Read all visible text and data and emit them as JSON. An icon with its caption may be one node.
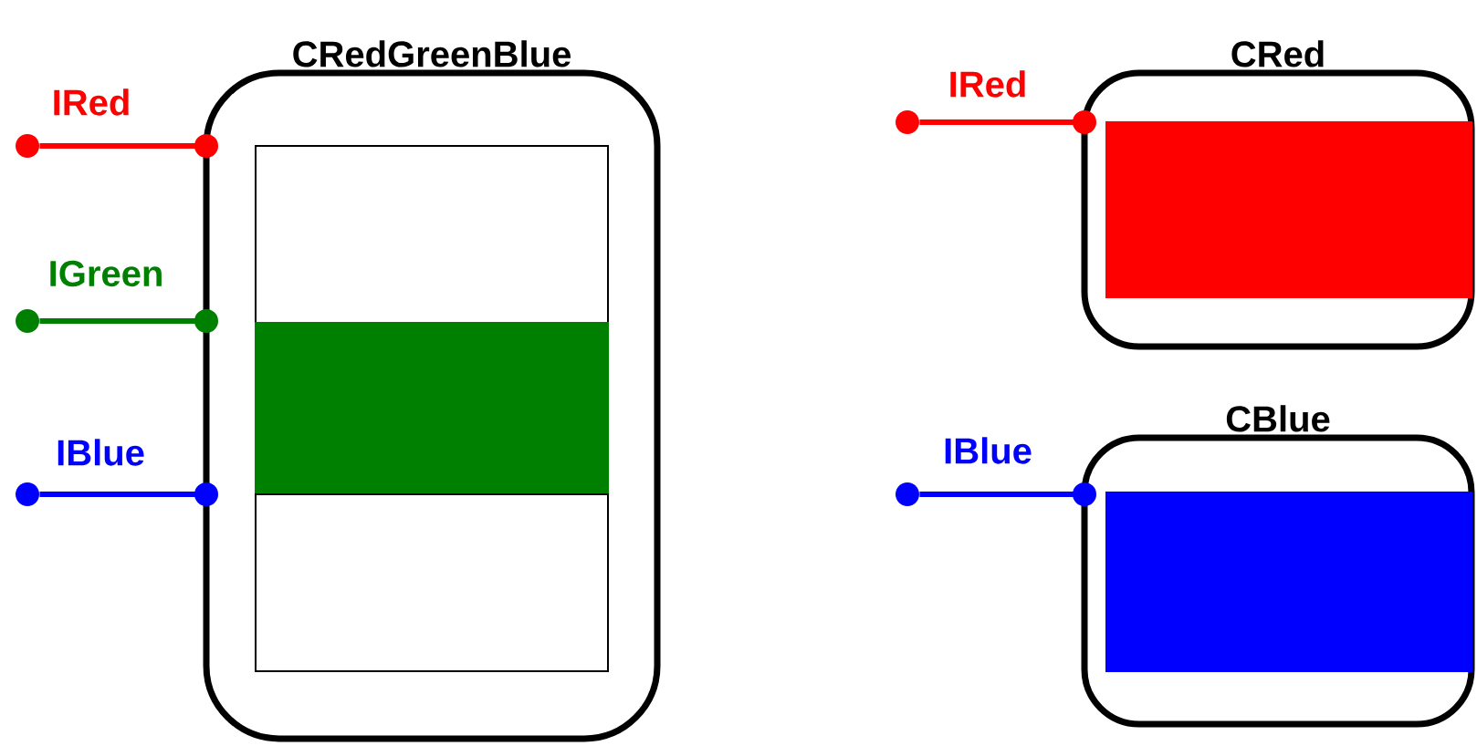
{
  "diagram": {
    "nodes": [
      {
        "text": [],
        "shape": "circle"
      },
      {
        "text": [],
        "shape": "circle"
      },
      {
        "text": [],
        "shape": "circle"
      },
      {
        "text": [
          "CRedGreenBlue"
        ]
      },
      {
        "text": [],
        "shape": "box",
        "in": 3
      },
      {
        "text": [],
        "shape": "box",
        "in": 3
      },
      {
        "text": [],
        "shape": "box",
        "in": 3
      },
      {
        "text": [],
        "shape": "circle"
      },
      {
        "text": [
          "CRed"
        ]
      },
      {
        "text": [],
        "shape": "box",
        "in": 8
      },
      {
        "text": [],
        "shape": "circle"
      },
      {
        "text": [
          "CBlue"
        ]
      },
      {
        "text": [],
        "shape": "box",
        "in": 11
      }
    ],
    "edges": [
      {
        "from": 0,
        "to": 3,
        "arrow": "other",
        "label": "IRed",
        "color": "#ff0000"
      },
      {
        "from": 1,
        "to": 3,
        "arrow": "other",
        "label": "IGreen",
        "color": "#008000"
      },
      {
        "from": 2,
        "to": 3,
        "arrow": "other",
        "label": "IBlue",
        "color": "#0000ff"
      },
      {
        "from": 7,
        "to": 8,
        "arrow": "other",
        "label": "IRed",
        "color": "#ff0000"
      },
      {
        "from": 10,
        "to": 11,
        "arrow": "other",
        "label": "IBlue",
        "color": "#0000ff"
      }
    ]
  }
}
